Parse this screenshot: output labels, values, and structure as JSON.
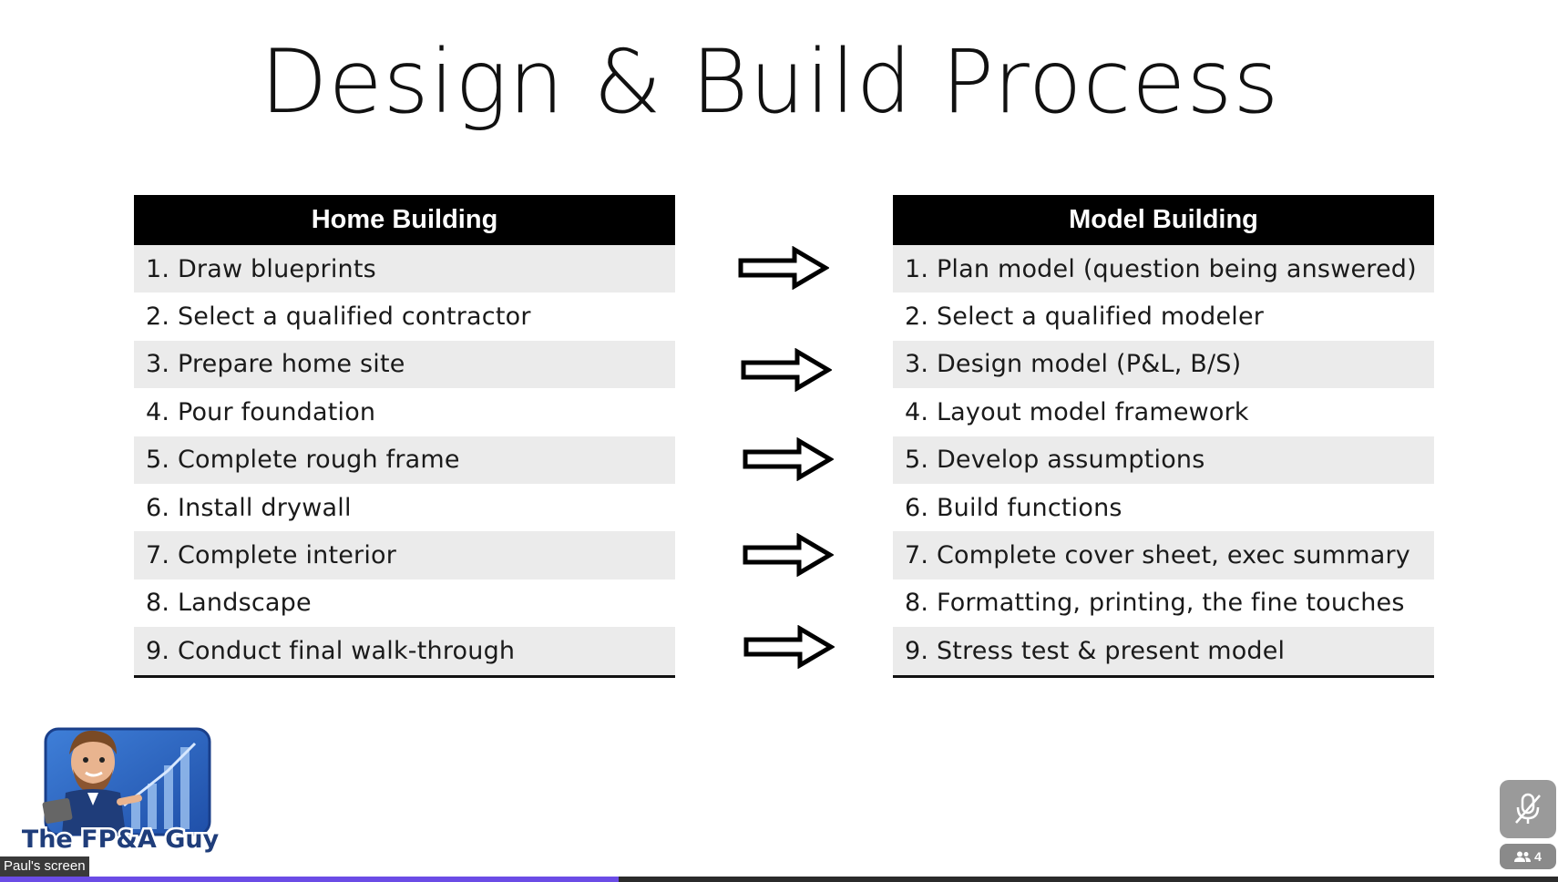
{
  "slide": {
    "title": "Design & Build Process",
    "home": {
      "header": "Home Building",
      "items": [
        "1. Draw blueprints",
        "2. Select a qualified contractor",
        "3. Prepare home site",
        "4. Pour foundation",
        "5. Complete rough frame",
        "6. Install drywall",
        "7. Complete interior",
        "8. Landscape",
        "9. Conduct final walk-through"
      ]
    },
    "model": {
      "header": "Model Building",
      "items": [
        "1. Plan model (question being answered)",
        "2. Select a qualified modeler",
        "3. Design model  (P&L, B/S)",
        "4. Layout model framework",
        "5. Develop assumptions",
        "6. Build functions",
        "7. Complete cover sheet, exec summary",
        "8. Formatting, printing, the fine touches",
        "9. Stress test & present model"
      ]
    }
  },
  "logo": {
    "text": "The FP&A Guy"
  },
  "meeting": {
    "screen_label": "Paul's screen",
    "participant_count": "4",
    "progress_fraction": 0.397,
    "accent_color": "#6b4ce6"
  }
}
